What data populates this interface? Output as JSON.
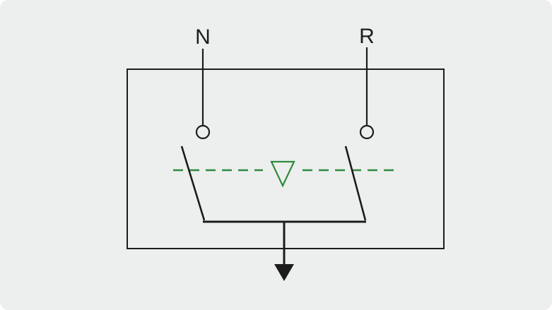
{
  "diagram": {
    "title": "changeover-switch-schematic",
    "terminals": {
      "left_label": "N",
      "right_label": "R"
    },
    "colors": {
      "line": "#1c1c1c",
      "accent_green": "#2f8a3d",
      "background": "#edefee",
      "page": "#ffffff"
    },
    "symbols": {
      "neutral_indicator": "open-triangle-down",
      "output_arrow": "filled-triangle-down",
      "contacts": "open-circle"
    }
  }
}
